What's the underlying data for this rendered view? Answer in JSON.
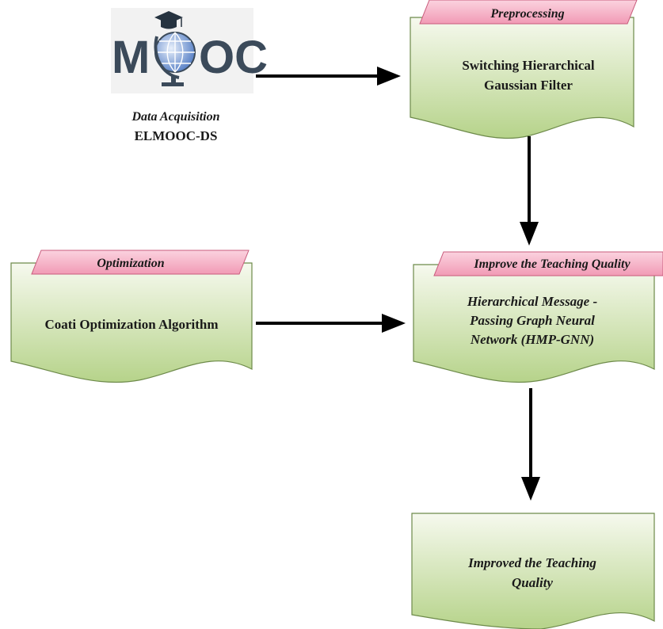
{
  "logo": {
    "text_m": "M",
    "text_oc": "OC"
  },
  "source": {
    "caption_line1": "Data Acquisition",
    "caption_line2": "ELMOOC-DS"
  },
  "preprocessing": {
    "tag": "Preprocessing",
    "body_line1": "Switching Hierarchical",
    "body_line2": "Gaussian Filter"
  },
  "optimization": {
    "tag": "Optimization",
    "body": "Coati Optimization Algorithm"
  },
  "teaching": {
    "tag": "Improve the Teaching Quality",
    "body_line1": "Hierarchical Message -",
    "body_line2": "Passing Graph Neural",
    "body_line3": "Network (HMP-GNN)"
  },
  "result": {
    "body_line1": "Improved the Teaching",
    "body_line2": "Quality"
  },
  "colors": {
    "box_top": "#f6f9ee",
    "box_bottom": "#b6d38a",
    "box_stroke": "#6d8a4a",
    "tag_fill": "#f6b3c6",
    "tag_stroke": "#c85b7c",
    "arrow": "#000000",
    "logo_dark": "#3b4a5a",
    "globe": "#5f86c9"
  }
}
